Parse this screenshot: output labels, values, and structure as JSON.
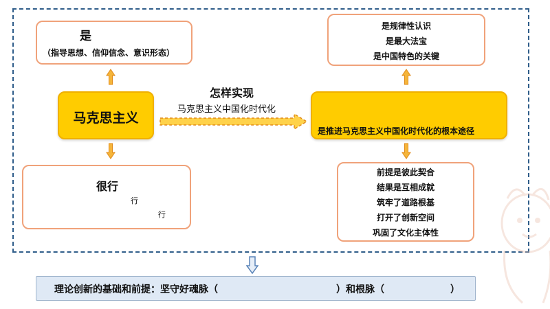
{
  "top_left": {
    "title": "是",
    "subtitle": "（指导思想、信仰信念、意识形态）"
  },
  "center_left": {
    "label": "马克思主义"
  },
  "middle": {
    "question": "怎样实现",
    "subtitle": "马克思主义中国化时代化"
  },
  "center_right": {
    "label": "是推进马克思主义中国化时代化的根本途径"
  },
  "top_right": {
    "lines": [
      "是规律性认识",
      "是最大法宝",
      "是中国特色的关键"
    ]
  },
  "bottom_left": {
    "title": "很行",
    "line1": "行",
    "line2": "行"
  },
  "bottom_right": {
    "lines": [
      "前提是彼此契合",
      "结果是互相成就",
      "筑牢了道路根基",
      "打开了创新空间",
      "巩固了文化主体性"
    ]
  },
  "footer": {
    "prefix": "理论创新的基础和前提：坚守好魂脉（",
    "middle": "）和根脉（",
    "suffix": "）"
  },
  "colors": {
    "accent_yellow": "#ffcc00",
    "box_border": "#f0a27a",
    "frame_border": "#2f5d8a",
    "footer_bg": "#dfe9f5"
  }
}
